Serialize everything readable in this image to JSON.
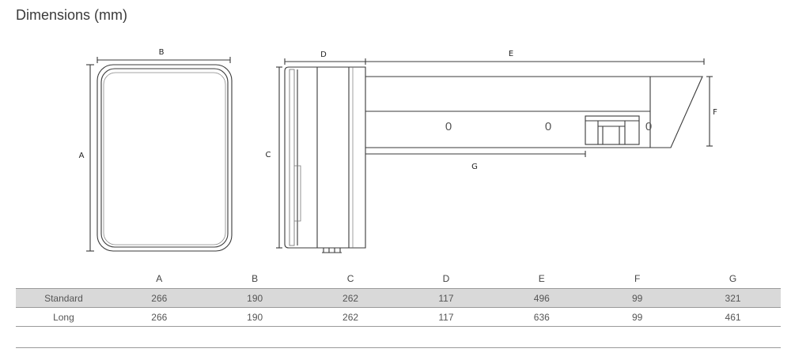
{
  "title": "Dimensions (mm)",
  "diagram": {
    "labels": {
      "A": "A",
      "B": "B",
      "C": "C",
      "D": "D",
      "E": "E",
      "F": "F",
      "G": "G"
    },
    "slot_marks": [
      "0",
      "0",
      "0"
    ]
  },
  "table": {
    "headers": [
      "",
      "A",
      "B",
      "C",
      "D",
      "E",
      "F",
      "G"
    ],
    "rows": [
      {
        "name": "Standard",
        "values": [
          "266",
          "190",
          "262",
          "117",
          "496",
          "99",
          "321"
        ]
      },
      {
        "name": "Long",
        "values": [
          "266",
          "190",
          "262",
          "117",
          "636",
          "99",
          "461"
        ]
      }
    ]
  }
}
